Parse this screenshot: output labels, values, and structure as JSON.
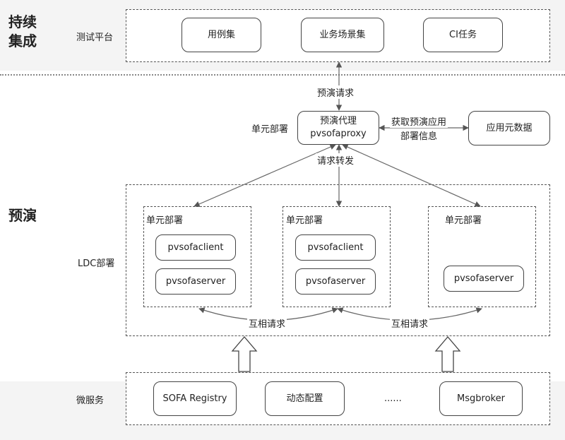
{
  "sections": {
    "ci": "持续\n集成",
    "rehearsal": "预演"
  },
  "rows": {
    "test_platform": "测试平台",
    "ldc": "LDC部署",
    "microservice": "微服务"
  },
  "test_platform_items": [
    "用例集",
    "业务场景集",
    "CI任务"
  ],
  "edges": {
    "rehearsal_request": "预演请求",
    "forward_request": "请求转发",
    "get_info_line1": "获取预演应用",
    "get_info_line2": "部署信息",
    "mutual1": "互相请求",
    "mutual2": "互相请求"
  },
  "proxy": {
    "unit_label": "单元部署",
    "line1": "预演代理",
    "line2": "pvsofaproxy"
  },
  "app_meta": "应用元数据",
  "units": [
    {
      "title": "单元部署",
      "client": "pvsofaclient",
      "server": "pvsofaserver"
    },
    {
      "title": "单元部署",
      "client": "pvsofaclient",
      "server": "pvsofaserver"
    },
    {
      "title": "单元部署",
      "server": "pvsofaserver"
    }
  ],
  "microservices": [
    "SOFA Registry",
    "动态配置",
    "......",
    "Msgbroker"
  ],
  "colors": {
    "line": "#555555",
    "box_border": "#444444",
    "band": "#f4f4f4"
  }
}
